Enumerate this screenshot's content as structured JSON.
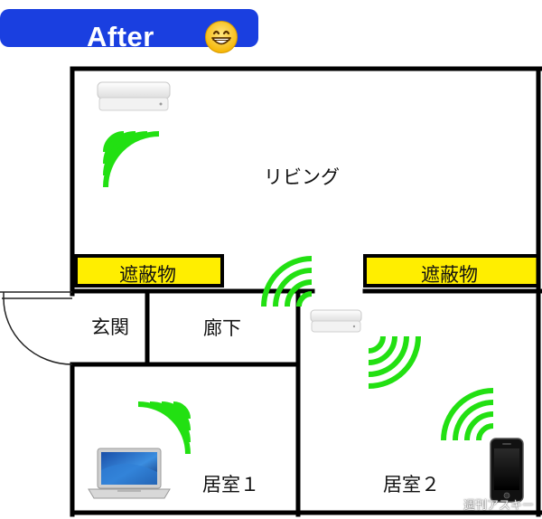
{
  "badge": {
    "label": "After",
    "emoji": "grinning-face-icon"
  },
  "rooms": {
    "living": "リビング",
    "entrance": "玄関",
    "hallway": "廊下",
    "bedroom1": "居室１",
    "bedroom2": "居室２"
  },
  "obstacles": {
    "left": "遮蔽物",
    "right": "遮蔽物"
  },
  "devices": [
    "router-base-icon",
    "router-extender-icon",
    "laptop-icon",
    "smartphone-icon"
  ],
  "wifi_color": "#22e012",
  "obstacle_color": "#ffee00",
  "watermark": "週刊アスキー"
}
